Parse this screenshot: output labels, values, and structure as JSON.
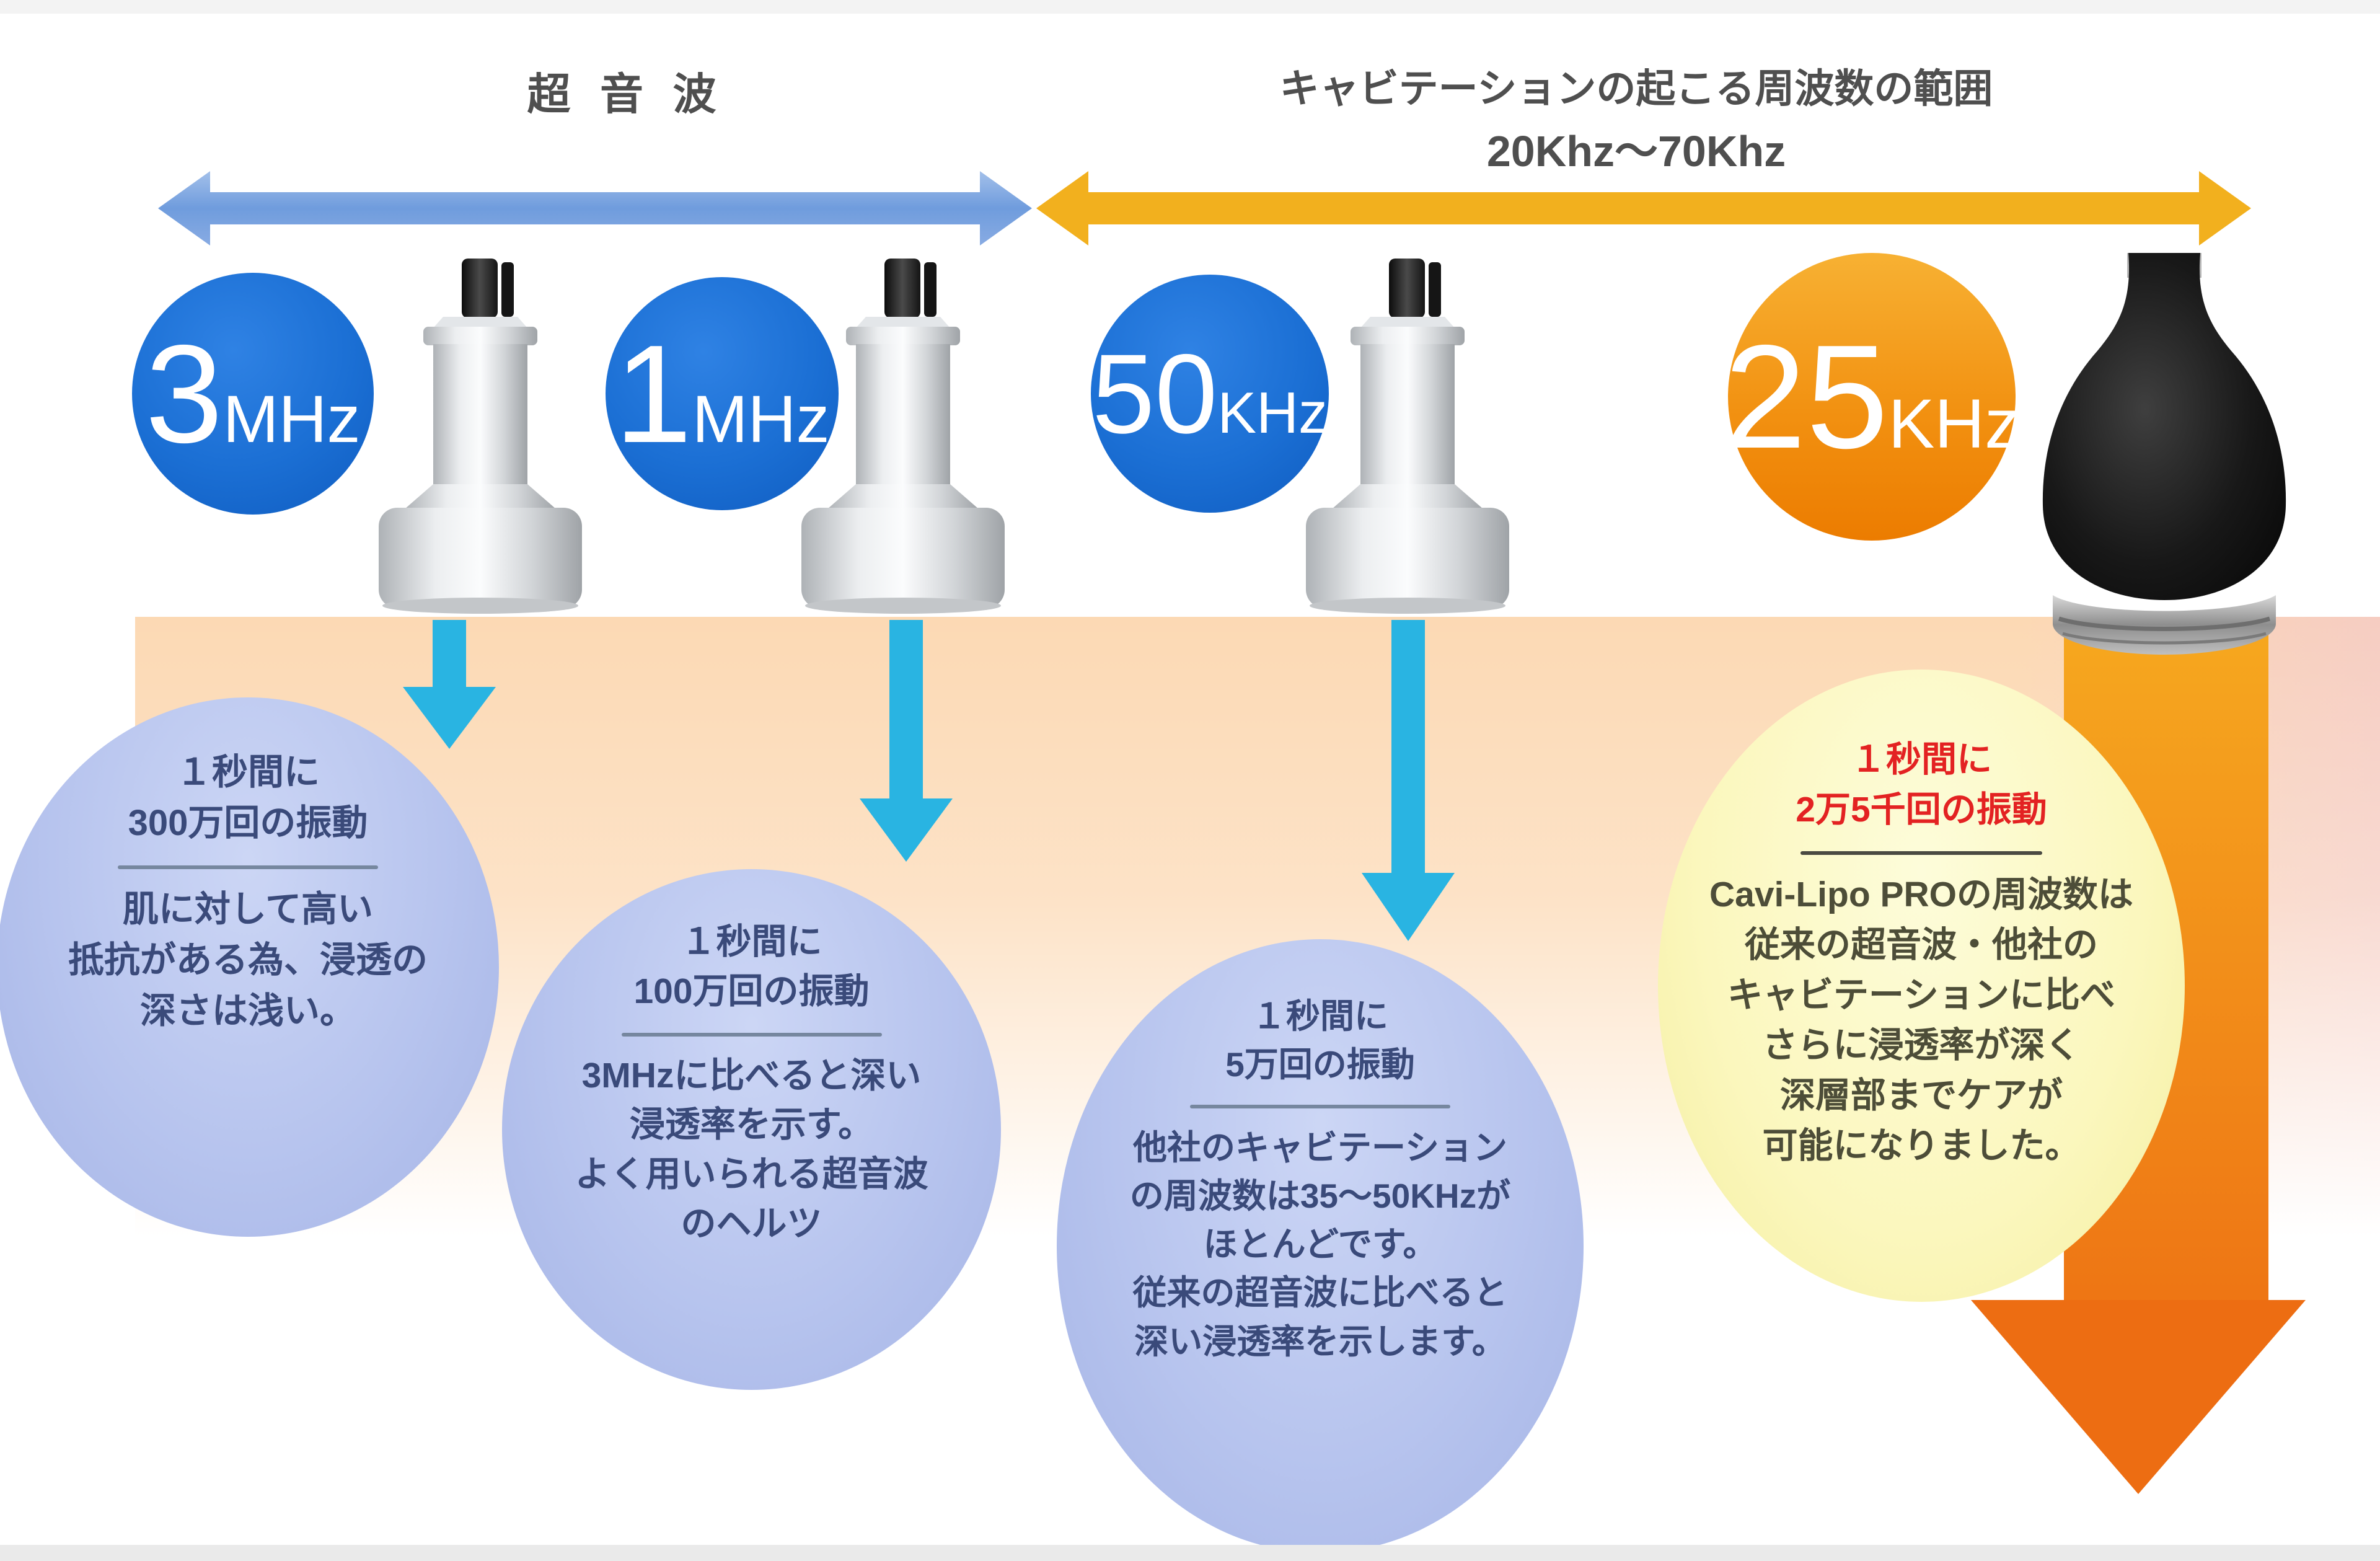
{
  "header": {
    "ultrasound_label": "超 音 波",
    "cavitation_label": "キャビテーションの起こる周波数の範囲",
    "cavitation_range": "20Khz〜70Khz"
  },
  "circles": [
    {
      "value": "3",
      "unit": "MHz"
    },
    {
      "value": "1",
      "unit": "MHz"
    },
    {
      "value": "50",
      "unit": "KHz"
    },
    {
      "value": "25",
      "unit": "KHz"
    }
  ],
  "bubbles": [
    {
      "title": [
        "１秒間に",
        "300万回の振動"
      ],
      "body": [
        "肌に対して高い",
        "抵抗がある為、浸透の",
        "深さは浅い。"
      ]
    },
    {
      "title": [
        "１秒間に",
        "100万回の振動"
      ],
      "body": [
        "3MHzに比べると深い",
        "浸透率を示す。",
        "よく用いられる超音波",
        "のヘルツ"
      ]
    },
    {
      "title": [
        "１秒間に",
        "5万回の振動"
      ],
      "body": [
        "他社のキャビテーション",
        "の周波数は35〜50KHzが",
        "ほとんどです。",
        "従来の超音波に比べると",
        "深い浸透率を示します。"
      ]
    },
    {
      "title": [
        "１秒間に",
        "2万5千回の振動"
      ],
      "body": [
        "Cavi-Lipo PROの周波数は",
        "従来の超音波・他社の",
        "キャビテーションに比べ",
        "さらに浸透率が深く",
        "深層部までケアが",
        "可能になりました。"
      ]
    }
  ],
  "colors": {
    "blue_circle": "#1b6fd4",
    "orange_circle": "#f29111",
    "blue_range_arrow": "#7da6e2",
    "orange_range_arrow": "#f2b01e",
    "cyan_down_arrow": "#29b4e2",
    "big_orange_arrow": "#ed6d12",
    "bubble_blue": "#b7c4ee",
    "bubble_yellow": "#fbf7bd",
    "bubble_text_blue": "#3a4a7a",
    "bubble_title_red": "#e32222",
    "bubble_text_olive": "#4d4d38",
    "header_text": "#4f4f4f"
  }
}
